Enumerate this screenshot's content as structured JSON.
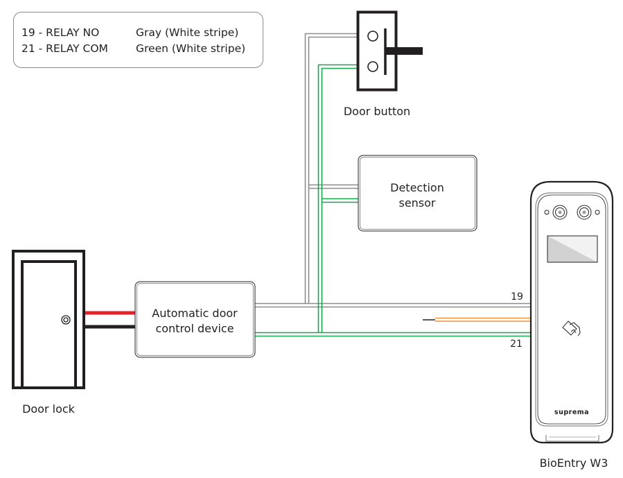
{
  "legend": {
    "rows": [
      {
        "pin": "19 - RELAY NO",
        "wire": "Gray (White stripe)"
      },
      {
        "pin": "21 - RELAY COM",
        "wire": "Green (White stripe)"
      }
    ]
  },
  "components": {
    "door_button": "Door button",
    "detection_sensor_line1": "Detection",
    "detection_sensor_line2": "sensor",
    "control_device_line1": "Automatic door",
    "control_device_line2": "control device",
    "door_lock": "Door lock",
    "device": "BioEntry W3",
    "device_brand": "suprema"
  },
  "pins": {
    "relay_no": "19",
    "relay_com": "21"
  },
  "colors": {
    "gray_wire": "#8c8c8c",
    "green_wire": "#14a64a",
    "orange_wire": "#f0923e",
    "red_wire": "#e8202a",
    "black_wire": "#231f20"
  }
}
